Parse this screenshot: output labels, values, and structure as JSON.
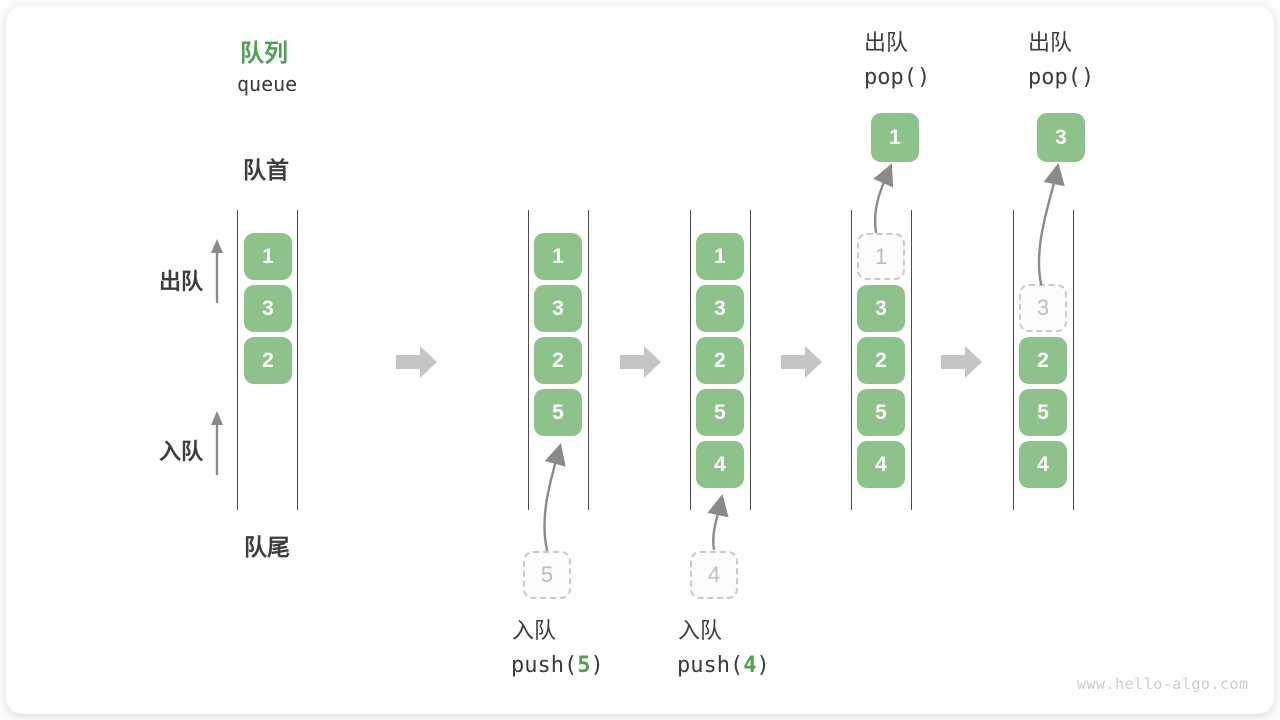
{
  "title": {
    "zh": "队列",
    "en": "queue"
  },
  "side_labels": {
    "front": "队首",
    "rear": "队尾",
    "dequeue": "出队",
    "enqueue": "入队"
  },
  "states": [
    {
      "name": "initial-queue",
      "slots": [
        {
          "value": "1",
          "style": "filled"
        },
        {
          "value": "3",
          "style": "filled"
        },
        {
          "value": "2",
          "style": "filled"
        }
      ]
    },
    {
      "name": "after-push-5",
      "slots": [
        {
          "value": "1",
          "style": "filled"
        },
        {
          "value": "3",
          "style": "filled"
        },
        {
          "value": "2",
          "style": "filled"
        },
        {
          "value": "5",
          "style": "filled"
        }
      ],
      "pending": {
        "value": "5"
      },
      "op": {
        "label": "入队",
        "call_prefix": "push(",
        "call_arg": "5",
        "call_suffix": ")"
      }
    },
    {
      "name": "after-push-4",
      "slots": [
        {
          "value": "1",
          "style": "filled"
        },
        {
          "value": "3",
          "style": "filled"
        },
        {
          "value": "2",
          "style": "filled"
        },
        {
          "value": "5",
          "style": "filled"
        },
        {
          "value": "4",
          "style": "filled"
        }
      ],
      "pending": {
        "value": "4"
      },
      "op": {
        "label": "入队",
        "call_prefix": "push(",
        "call_arg": "4",
        "call_suffix": ")"
      }
    },
    {
      "name": "after-pop-1",
      "slots": [
        {
          "value": "1",
          "style": "dashed"
        },
        {
          "value": "3",
          "style": "filled"
        },
        {
          "value": "2",
          "style": "filled"
        },
        {
          "value": "5",
          "style": "filled"
        },
        {
          "value": "4",
          "style": "filled"
        }
      ],
      "popped": {
        "value": "1"
      },
      "op": {
        "label": "出队",
        "call": "pop()"
      }
    },
    {
      "name": "after-pop-3",
      "slots": [
        {
          "value": "3",
          "style": "dashed"
        },
        {
          "value": "2",
          "style": "filled"
        },
        {
          "value": "5",
          "style": "filled"
        },
        {
          "value": "4",
          "style": "filled"
        }
      ],
      "popped": {
        "value": "3"
      },
      "op": {
        "label": "出队",
        "call": "pop()"
      }
    }
  ],
  "watermark": "www.hello-algo.com",
  "colors": {
    "box_green": "#8dc28b",
    "title_green": "#4da14f",
    "cjk_dark": "#3d3d3d",
    "mono_dark": "#3c3c3c",
    "wall_gray": "#4c4c4c",
    "block_arrow_gray": "#c5c5c5",
    "curve_gray": "#8a8a8a",
    "dashed_border": "#c9c9c9",
    "dashed_text": "#bdbdbd",
    "watermark_gray": "#cccccc"
  }
}
